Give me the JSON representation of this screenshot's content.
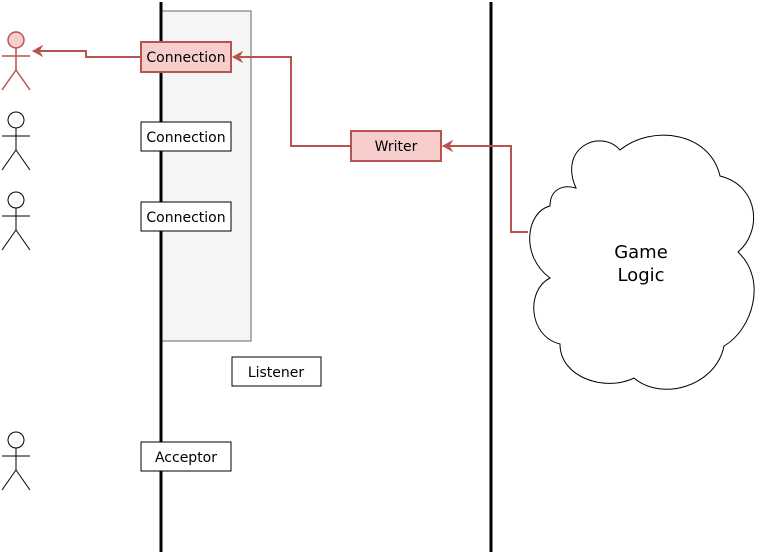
{
  "colors": {
    "highlight_fill": "#f8cecc",
    "highlight_stroke": "#b85450",
    "container_fill": "#f5f5f5",
    "container_stroke": "#666666",
    "line": "#000000"
  },
  "boxes": {
    "connection_active": "Connection",
    "connection_2": "Connection",
    "connection_3": "Connection",
    "writer": "Writer",
    "listener": "Listener",
    "acceptor": "Acceptor"
  },
  "cloud": {
    "line1": "Game",
    "line2": "Logic"
  },
  "icons": {
    "actor": "person-stick-figure-icon",
    "arrowhead": "open-arrowhead"
  }
}
